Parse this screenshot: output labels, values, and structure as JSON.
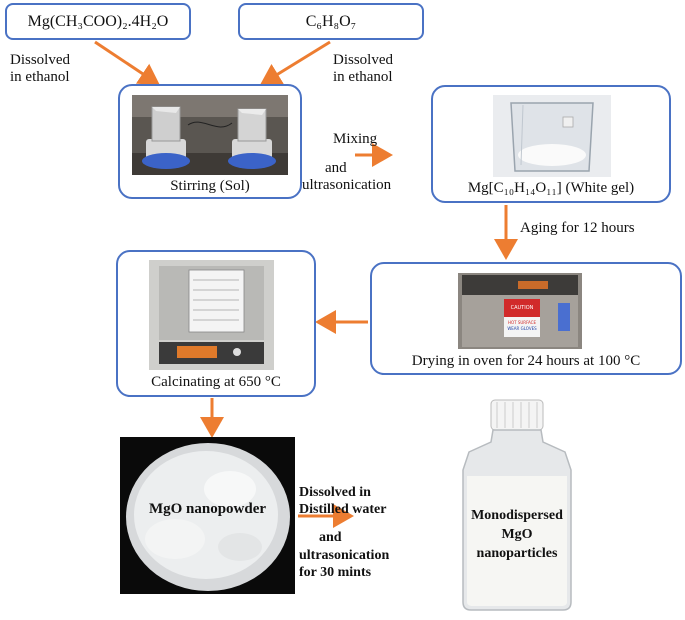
{
  "reagent_mg": "Mg(CH₃COO)₂.4H₂O",
  "reagent_citric": "C₆H₈O₇",
  "dissolve_left": [
    "Dissolved",
    "in ethanol"
  ],
  "dissolve_right": [
    "Dissolved",
    "in ethanol"
  ],
  "step_stirring": "Stirring (Sol)",
  "mixing": [
    "Mixing",
    "and",
    "ultrasonication"
  ],
  "step_gel": "Mg[C₁₀H₁₄O₁₁] (White gel)",
  "aging": "Aging for 12 hours",
  "step_drying": "Drying in oven for 24 hours at 100 °C",
  "step_calcinating": "Calcinating at 650 °C",
  "powder_label": "MgO nanopowder",
  "dissolve_water": [
    "Dissolved in",
    "Distilled water",
    "and",
    "ultrasonication",
    "for 30 mints"
  ],
  "bottle_label": [
    "Monodispersed",
    "MgO",
    "nanoparticles"
  ],
  "sign_caution": "CAUTION",
  "sign_text": [
    "HOT SURFACE",
    "WEAR GLOVES"
  ],
  "colors": {
    "box_border": "#4a72c4",
    "arrow": "#ed7d31"
  }
}
